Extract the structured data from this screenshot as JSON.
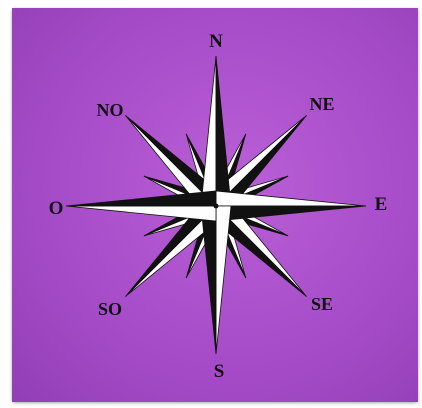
{
  "compass": {
    "labels": {
      "north": "N",
      "south": "S",
      "east": "E",
      "west": "O",
      "northeast": "NE",
      "northwest": "NO",
      "southeast": "SE",
      "southwest": "SO"
    }
  },
  "colors": {
    "background_light": "#b45ad2",
    "background_mid": "#a34ac6",
    "background_dark": "#8e3db2",
    "point_dark": "#111111",
    "point_light": "#ffffff",
    "label": "#111111"
  }
}
